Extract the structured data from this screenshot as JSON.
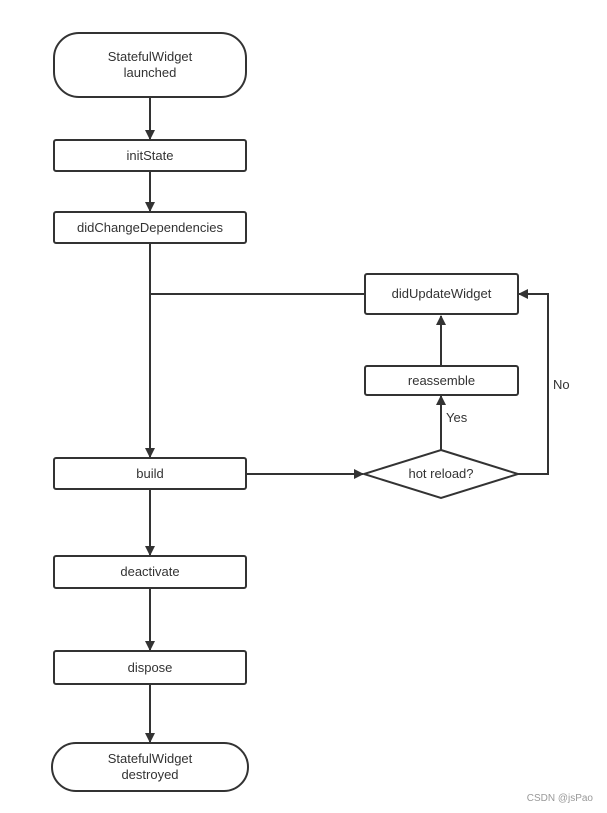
{
  "nodes": {
    "launched": {
      "line1": "StatefulWidget",
      "line2": "launched"
    },
    "init_state": "initState",
    "did_change_dependencies": "didChangeDependencies",
    "did_update_widget": "didUpdateWidget",
    "reassemble": "reassemble",
    "build": "build",
    "hot_reload": "hot reload?",
    "deactivate": "deactivate",
    "dispose": "dispose",
    "destroyed": {
      "line1": "StatefulWidget",
      "line2": "destroyed"
    }
  },
  "edge_labels": {
    "yes": "Yes",
    "no": "No"
  },
  "watermark": "CSDN @jsPao",
  "colors": {
    "stroke": "#333333",
    "watermark": "#999999"
  }
}
